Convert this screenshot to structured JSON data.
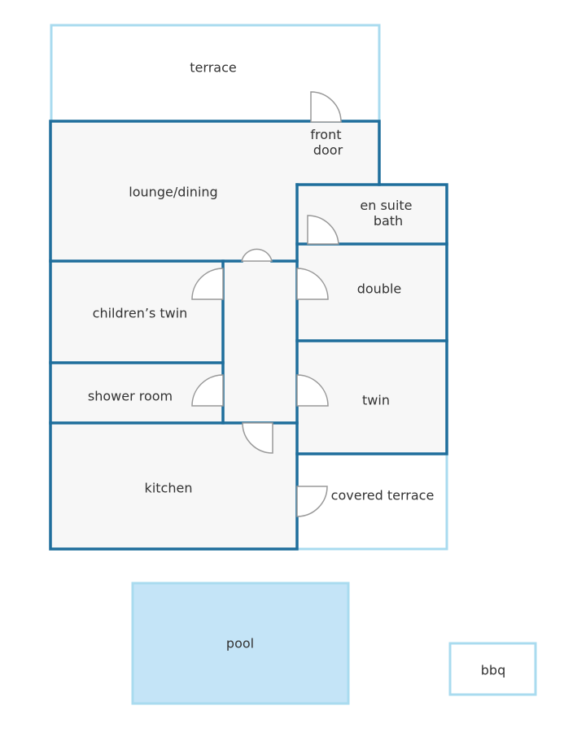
{
  "colors": {
    "background": "#ffffff",
    "room_fill": "#f7f7f7",
    "wall_stroke": "#1f6e9c",
    "outdoor_stroke": "#a9dbef",
    "pool_fill": "#c4e4f7",
    "door_stroke": "#999999",
    "label_text": "#333333"
  },
  "rooms": {
    "terrace": "terrace",
    "front_door": [
      "front",
      "door"
    ],
    "lounge_dining": "lounge/dining",
    "en_suite_bath": [
      "en suite",
      "bath"
    ],
    "double": "double",
    "childrens_twin": "children’s twin",
    "shower_room": "shower room",
    "twin": "twin",
    "kitchen": "kitchen",
    "covered_terrace": "covered terrace",
    "pool": "pool",
    "bbq": "bbq"
  }
}
